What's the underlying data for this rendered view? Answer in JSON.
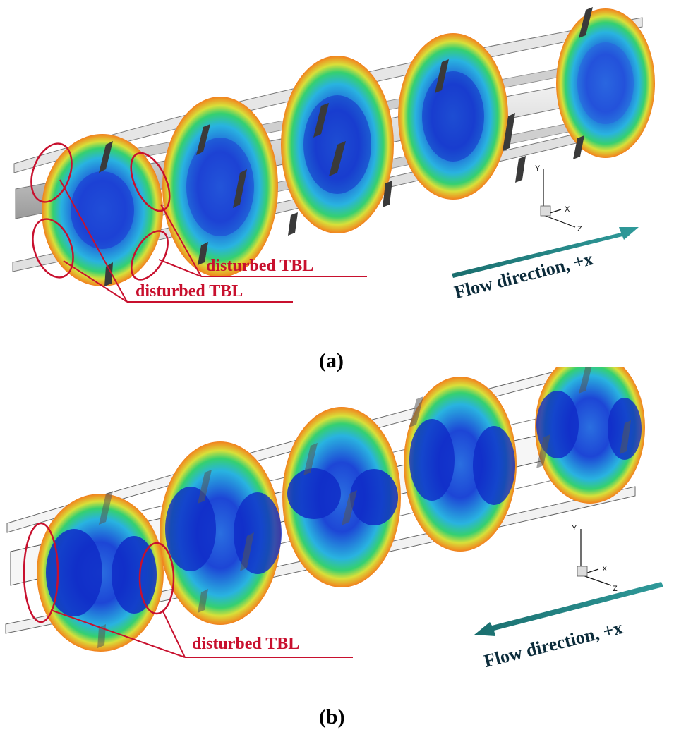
{
  "panels": [
    {
      "caption": "(a)",
      "labels": {
        "tbl_1": "disturbed TBL",
        "tbl_2": "disturbed TBL",
        "flow": "Flow direction, +x"
      },
      "axes": {
        "y": "Y",
        "x": "X",
        "z": "Z"
      }
    },
    {
      "caption": "(b)",
      "labels": {
        "tbl_1": "disturbed TBL",
        "flow": "Flow direction, +x"
      },
      "axes": {
        "y": "Y",
        "x": "X",
        "z": "Z"
      }
    }
  ],
  "colors": {
    "annotation_red": "#c8102e",
    "flow_arrow": "#1a6e6e",
    "contour_low": "#1f3fd6",
    "contour_mid": "#28c83c",
    "contour_high": "#e02010",
    "fin_shade": "#3a3a3a"
  }
}
